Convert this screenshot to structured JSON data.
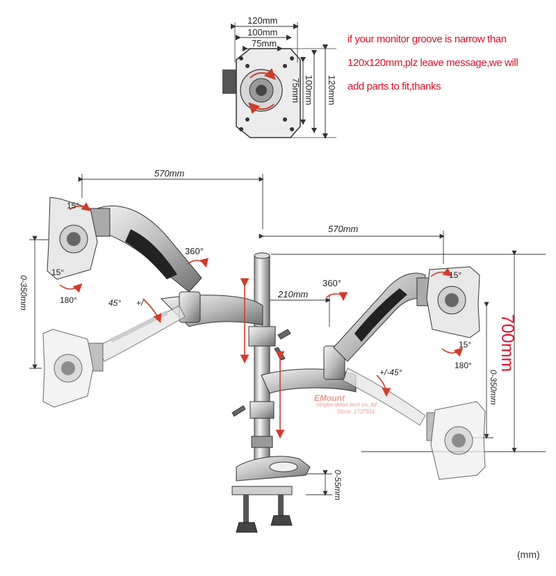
{
  "note": {
    "line1": "if your monitor groove is narrow than",
    "line2": "120x120mm,plz leave message,we will",
    "line3": "add parts to fit,thanks"
  },
  "vesa": {
    "top_120": "120mm",
    "top_100": "100mm",
    "top_75": "75mm",
    "side_75": "75mm",
    "side_100": "100mm",
    "side_120": "120mm"
  },
  "dimensions": {
    "reach_left": "570mm",
    "reach_right": "570mm",
    "offset": "210mm",
    "height_total": "700mm",
    "height_adj_left": "0-350mm",
    "height_adj_right": "0-350mm",
    "clamp": "0-55mm"
  },
  "angles": {
    "tilt_left_top": "15°",
    "tilt_left_mid": "15°",
    "rotate_left": "180°",
    "swivel_left": "45°",
    "swivel_left_symbol": "+/",
    "rot_left": "360°",
    "rot_right": "360°",
    "tilt_right_top": "15°",
    "tilt_right_mid": "15°",
    "rotate_right": "180°",
    "swivel_right": "+/-45°"
  },
  "watermark": {
    "brand": "EMount",
    "company": "ningbo delon tech co.,ltd",
    "store": "Store: 1737551"
  },
  "unit": "(mm)",
  "colors": {
    "note": "#e0102a",
    "line": "#333333",
    "arrow": "#d23a2a"
  }
}
